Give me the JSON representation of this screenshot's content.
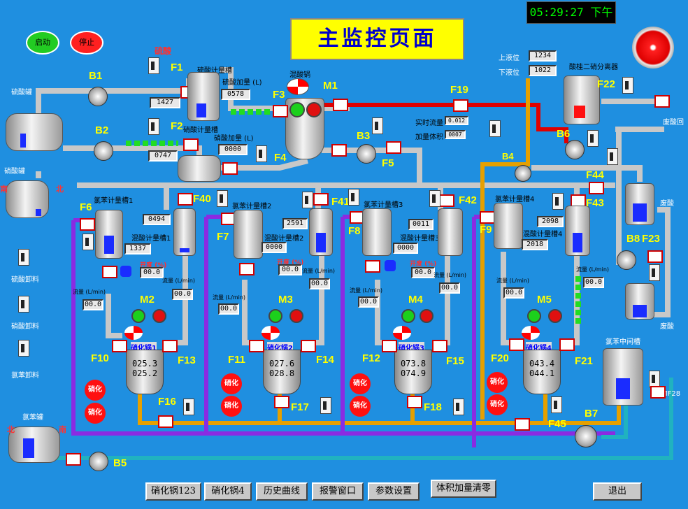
{
  "header": {
    "title": "主监控页面",
    "clock": "05:29:27 下午"
  },
  "controls": {
    "start": "启动",
    "stop": "停止",
    "sulfuric_label_red": "硫酸"
  },
  "tanks": {
    "sulfuric_tank": "硫酸罐",
    "nitric_tank": "硝酸罐",
    "chlorobenzene_tank": "氯苯罐",
    "mixed_acid_pot": "混酸锅",
    "waste_acid": "废酸",
    "waste_acid2": "废酸",
    "waste_acid_recycle": "废酸回",
    "separator": "酸桂二硝分离器",
    "chloro_mid_tank": "氯苯中间槽"
  },
  "meters": {
    "sulfuric_meter": "硫酸计量槽",
    "sulfuric_add": "硫酸加量 (L)",
    "sulfuric_add_val": "0578",
    "sulfuric_meter_val": "1427",
    "nitric_meter": "硝酸计量槽",
    "nitric_add": "硝酸加量 (L)",
    "nitric_add_val": "0000",
    "nitric_meter_val": "0747",
    "realtime_flow": "实时流量",
    "realtime_flow_val": "0.012",
    "add_volume": "加量体积",
    "add_volume_val": "0007",
    "upper_level": "上液位",
    "upper_level_val": "1234",
    "lower_level": "下液位",
    "lower_level_val": "1022"
  },
  "units": [
    {
      "chloro": "氯苯计量槽1",
      "chloro_val": "0494",
      "mixed": "混酸计量槽1",
      "mixed_val": "1337",
      "open": "开度 (%)",
      "open_val": "00.0",
      "flow_a": "流量 (L/min)",
      "flow_a_val": "00.0",
      "flow_b": "流量 (L/min)",
      "flow_b_val": "00.0",
      "reactor": "M2",
      "reactor_tag": "硝化锅1",
      "v1": "025.3",
      "v2": "025.2",
      "nitr": "硝化"
    },
    {
      "chloro": "氯苯计量槽2",
      "chloro_val": "2591",
      "mixed": "混酸计量槽2",
      "mixed_val": "0000",
      "open": "开度 (%)",
      "open_val": "00.0",
      "flow_a": "流量 (L/min)",
      "flow_a_val": "00.0",
      "flow_b": "流量 (L/min)",
      "flow_b_val": "00.0",
      "reactor": "M3",
      "reactor_tag": "硝化锅2",
      "v1": "027.6",
      "v2": "028.8",
      "nitr": "硝化"
    },
    {
      "chloro": "氯苯计量槽3",
      "chloro_val": "0011",
      "mixed": "混酸计量槽3",
      "mixed_val": "0000",
      "open": "开度 (%)",
      "open_val": "00.0",
      "flow_a": "流量 (L/min)",
      "flow_a_val": "00.0",
      "flow_b": "流量 (L/min)",
      "flow_b_val": "00.0",
      "reactor": "M4",
      "reactor_tag": "硝化锅3",
      "v1": "073.8",
      "v2": "074.9",
      "nitr": "硝化"
    },
    {
      "chloro": "氯苯计量槽4",
      "chloro_val": "2098",
      "mixed": "混酸计量槽4",
      "mixed_val": "2018",
      "open": "",
      "open_val": "",
      "flow_a": "流量 (L/min)",
      "flow_a_val": "00.0",
      "flow_b": "流量 (L/min)",
      "flow_b_val": "00.0",
      "reactor": "M5",
      "reactor_tag": "硝化锅4",
      "v1": "043.4",
      "v2": "044.1",
      "nitr": "硝化"
    }
  ],
  "unload": {
    "sulfuric": "硫酸卸料",
    "nitric": "硝酸卸料",
    "chloro": "氯苯卸料"
  },
  "labels": {
    "B1": "B1",
    "B2": "B2",
    "B3": "B3",
    "B4": "B4",
    "B5": "B5",
    "B6": "B6",
    "B7": "B7",
    "B8": "B8",
    "M1": "M1",
    "F1": "F1",
    "F2": "F2",
    "F3": "F3",
    "F4": "F4",
    "F5": "F5",
    "F6": "F6",
    "F7": "F7",
    "F8": "F8",
    "F9": "F9",
    "F10": "F10",
    "F11": "F11",
    "F12": "F12",
    "F13": "F13",
    "F14": "F14",
    "F15": "F15",
    "F16": "F16",
    "F17": "F17",
    "F18": "F18",
    "F19": "F19",
    "F20": "F20",
    "F21": "F21",
    "F22": "F22",
    "F23": "F23",
    "F40": "F40",
    "F41": "F41",
    "F42": "F42",
    "F43": "F43",
    "F44": "F44",
    "F45": "F45",
    "MF28": "MF28",
    "south": "南",
    "north": "北"
  },
  "footer": {
    "b1": "硝化锅123",
    "b2": "硝化锅4",
    "b3": "历史曲线",
    "b4": "报警窗口",
    "b5": "参数设置",
    "b6": "体积加量清零",
    "b7": "退出"
  },
  "colors": {
    "bg": "#1f8fe0",
    "title_bg": "#ffff00",
    "label": "#ffff00",
    "pipe_red": "#e00000",
    "pipe_purple": "#8a2be2",
    "pipe_orange": "#e6a000",
    "pipe_cyan": "#20b2c0",
    "pipe_gray": "#c8c8c8"
  }
}
